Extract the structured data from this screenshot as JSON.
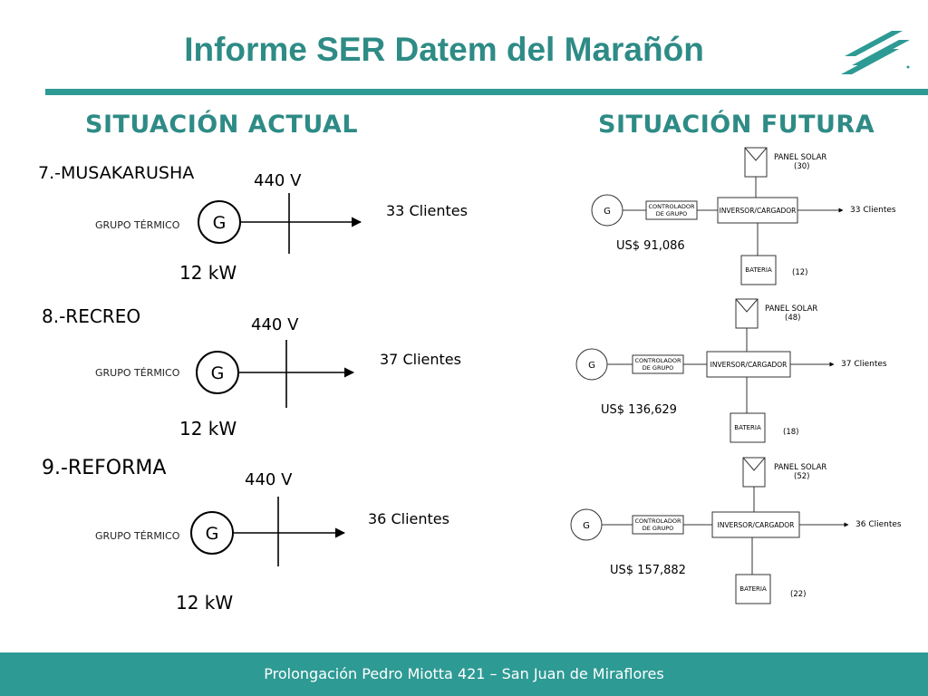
{
  "title": "Informe SER Datem del Marañón",
  "sections": {
    "actual": "SITUACIÓN ACTUAL",
    "futura": "SITUACIÓN FUTURA"
  },
  "footer": "Prolongación Pedro Miotta 421 – San Juan de Miraflores",
  "actual": [
    {
      "name": "7.-MUSAKARUSHA",
      "source_label": "GRUPO TÉRMICO",
      "gen": "G",
      "voltage": "440 V",
      "clients": "33 Clientes",
      "power": "12 kW"
    },
    {
      "name": "8.-RECREO",
      "source_label": "GRUPO TÉRMICO",
      "gen": "G",
      "voltage": "440 V",
      "clients": "37 Clientes",
      "power": "12 kW"
    },
    {
      "name": "9.-REFORMA",
      "source_label": "GRUPO TÉRMICO",
      "gen": "G",
      "voltage": "440 V",
      "clients": "36 Clientes",
      "power": "12 kW"
    }
  ],
  "futura": [
    {
      "gen": "G",
      "controller": [
        "CONTROLADOR",
        "DE GRUPO"
      ],
      "inverter": "INVERSOR/CARGADOR",
      "panel": "PANEL SOLAR",
      "panel_count": "(30)",
      "battery": "BATERIA",
      "battery_count": "(12)",
      "clients": "33 Clientes",
      "cost": "US$ 91,086"
    },
    {
      "gen": "G",
      "controller": [
        "CONTROLADOR",
        "DE GRUPO"
      ],
      "inverter": "INVERSOR/CARGADOR",
      "panel": "PANEL SOLAR",
      "panel_count": "(48)",
      "battery": "BATERIA",
      "battery_count": "(18)",
      "clients": "37 Clientes",
      "cost": "US$ 136,629"
    },
    {
      "gen": "G",
      "controller": [
        "CONTROLADOR",
        "DE GRUPO"
      ],
      "inverter": "INVERSOR/CARGADOR",
      "panel": "PANEL SOLAR",
      "panel_count": "(52)",
      "battery": "BATERIA",
      "battery_count": "(22)",
      "clients": "36 Clientes",
      "cost": "US$ 157,882"
    }
  ],
  "colors": {
    "accent": "#2e9a94",
    "title": "#2e8b86",
    "line": "#000000"
  },
  "icons": {
    "logo": "stripes-logo-icon"
  }
}
